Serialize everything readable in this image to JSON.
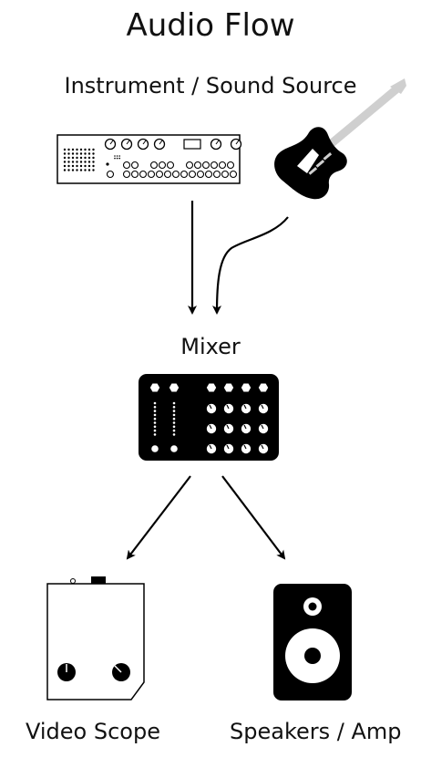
{
  "title": "Audio Flow",
  "sources_label": "Instrument / Sound Source",
  "mixer_label": "Mixer",
  "outputs": [
    {
      "label": "Video Scope"
    },
    {
      "label": "Speakers / Amp"
    }
  ],
  "icons": [
    "synthesizer-icon",
    "electric-guitar-icon",
    "mixer-icon",
    "video-scope-icon",
    "speaker-icon"
  ],
  "colors": {
    "ink": "#000000",
    "neck": "#cfcfcf",
    "background": "#ffffff"
  }
}
